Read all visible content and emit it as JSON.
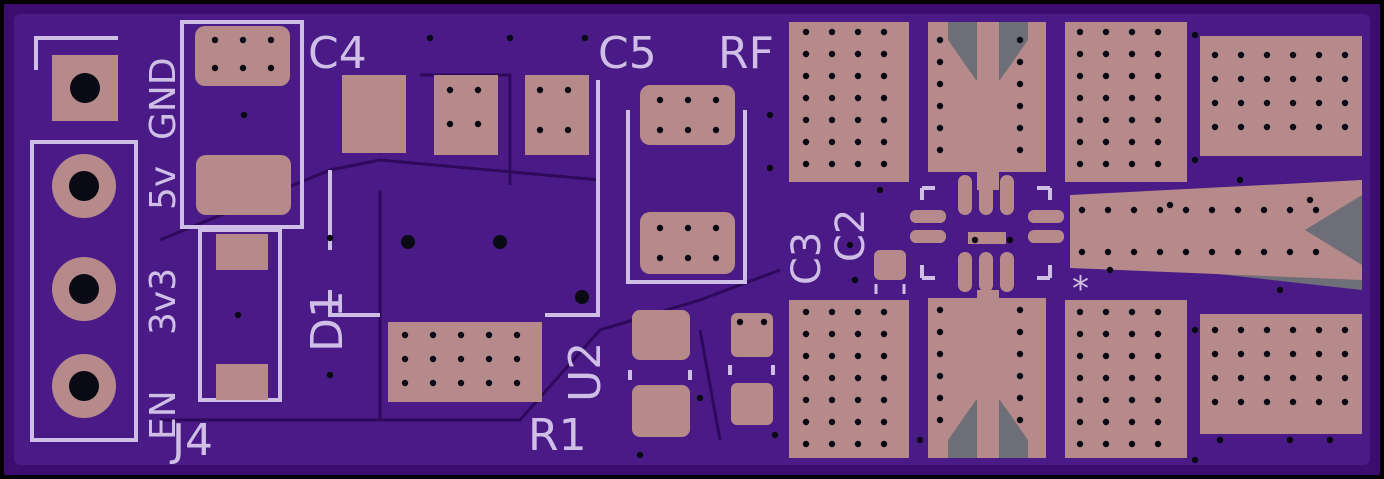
{
  "board": {
    "colors": {
      "edge": "#000000",
      "substrate": "#3c0d6f",
      "copper": "#4a1a86",
      "pad": "#b68a8a",
      "silk": "#cfbfe6",
      "via": "#0a0a14",
      "trace": "#2f0a5c",
      "gray": "#6e6e78"
    }
  },
  "labels": {
    "c4": "C4",
    "c5": "C5",
    "rf": "RF",
    "gnd": "GND",
    "v5": "5v",
    "v33": "3v3",
    "en": "EN",
    "j4": "J4",
    "d1": "D1",
    "u2": "U2",
    "r1": "R1",
    "c3": "C3",
    "c2": "C2",
    "pin1": "*"
  }
}
